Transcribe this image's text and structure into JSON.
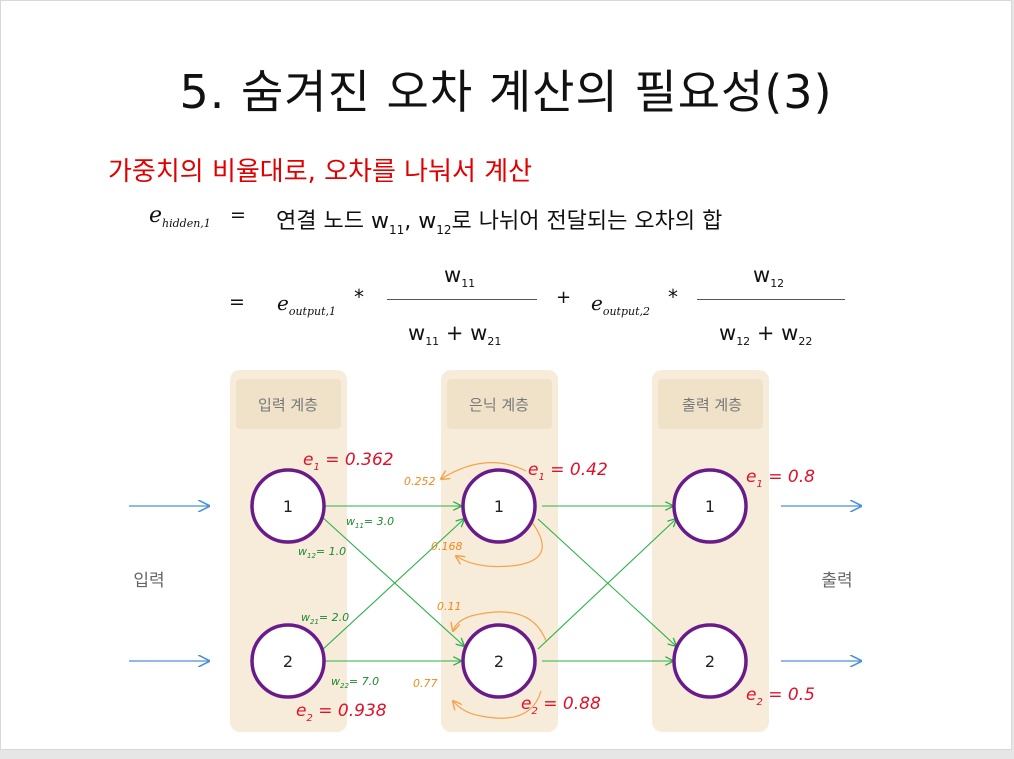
{
  "slide": {
    "title": "5. 숨겨진 오차 계산의 필요성(3)",
    "subtitle": "가중치의 비율대로, 오차를 나눠서 계산"
  },
  "equation": {
    "lhs_base": "e",
    "lhs_sub": "hidden,1",
    "eq1": "=",
    "desc_a": "연결 노드 w",
    "desc_sub1": "11",
    "desc_b": ", w",
    "desc_sub2": "12",
    "desc_c": "로 나뉘어 전달되는 오차의 합",
    "eq2": "=",
    "t1_base": "e",
    "t1_sub": "output,1",
    "t1_mult": "*",
    "f1_num_base": "w",
    "f1_num_sub": "11",
    "f1_den_a": "w",
    "f1_den_sub1": "11",
    "f1_den_plus": "+ w",
    "f1_den_sub2": "21",
    "plus": "+",
    "t2_base": "e",
    "t2_sub": "output,2",
    "t2_mult": "*",
    "f2_num_base": "w",
    "f2_num_sub": "12",
    "f2_den_a": "w",
    "f2_den_sub1": "12",
    "f2_den_plus": "+ w",
    "f2_den_sub2": "22"
  },
  "diagram": {
    "input_side_label": "입력",
    "output_side_label": "출력",
    "layers": [
      {
        "label": "입력 계층",
        "nodes": [
          "1",
          "2"
        ],
        "errors": [
          "0.362",
          "0.938"
        ]
      },
      {
        "label": "은닉 계층",
        "nodes": [
          "1",
          "2"
        ],
        "errors": [
          "0.42",
          "0.88"
        ]
      },
      {
        "label": "출력 계층",
        "nodes": [
          "1",
          "2"
        ],
        "errors": [
          "0.8",
          "0.5"
        ]
      }
    ],
    "error_prefix": "e",
    "error_subs": [
      "1",
      "2"
    ],
    "error_eq": " = ",
    "weights": {
      "w11": {
        "name": "w",
        "sub": "11",
        "value": "3.0"
      },
      "w12": {
        "name": "w",
        "sub": "12",
        "value": "1.0"
      },
      "w21": {
        "name": "w",
        "sub": "21",
        "value": "2.0"
      },
      "w22": {
        "name": "w",
        "sub": "22",
        "value": "7.0"
      },
      "eq": "= "
    },
    "split_values": {
      "h1_top": "0.252",
      "h1_bottom": "0.168",
      "h2_top": "0.11",
      "h2_bottom": "0.77"
    },
    "colors": {
      "layer_bg": "#f6ecd9",
      "layer_header": "#efe2c8",
      "node_ring": "#6a1b8a",
      "link": "#2bb04a",
      "arrow_in_out": "#4a90d9",
      "error_text": "#e0102a",
      "split_arrow": "#f5a34c",
      "weight_text": "#1a8a2e"
    }
  }
}
